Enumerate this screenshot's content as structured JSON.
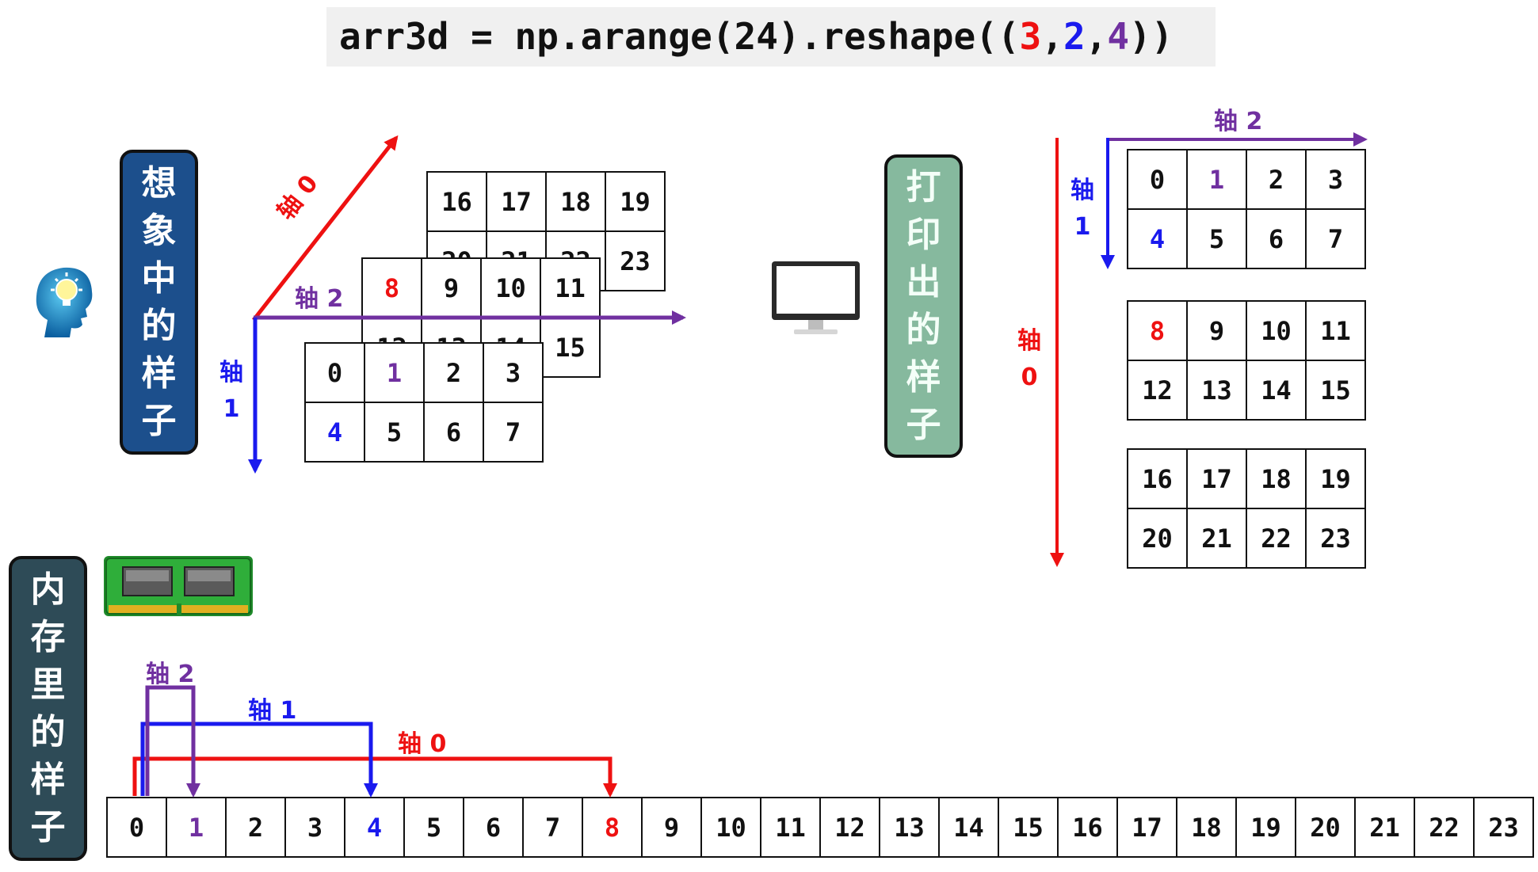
{
  "code_line": {
    "prefix": "arr3d = np.arange(24).reshape((",
    "d0": "3",
    "sep1": ",",
    "d1": "2",
    "sep2": ",",
    "d2": "4",
    "suffix": "))"
  },
  "labels": {
    "imagined": [
      "想",
      "象",
      "中",
      "的",
      "样",
      "子"
    ],
    "printed": [
      "打",
      "印",
      "出",
      "的",
      "样",
      "子"
    ],
    "memory": [
      "内",
      "存",
      "里",
      "的",
      "样",
      "子"
    ]
  },
  "axis": {
    "word": "轴",
    "n0": "0",
    "n1": "1",
    "n2": "2"
  },
  "imagined_planes": [
    [
      [
        "16",
        "17",
        "18",
        "19"
      ],
      [
        "20",
        "21",
        "22",
        "23"
      ]
    ],
    [
      [
        "8",
        "9",
        "10",
        "11"
      ],
      [
        "12",
        "13",
        "14",
        "15"
      ]
    ],
    [
      [
        "0",
        "1",
        "2",
        "3"
      ],
      [
        "4",
        "5",
        "6",
        "7"
      ]
    ]
  ],
  "printed_blocks": [
    [
      [
        "0",
        "1",
        "2",
        "3"
      ],
      [
        "4",
        "5",
        "6",
        "7"
      ]
    ],
    [
      [
        "8",
        "9",
        "10",
        "11"
      ],
      [
        "12",
        "13",
        "14",
        "15"
      ]
    ],
    [
      [
        "16",
        "17",
        "18",
        "19"
      ],
      [
        "20",
        "21",
        "22",
        "23"
      ]
    ]
  ],
  "memory_row": [
    "0",
    "1",
    "2",
    "3",
    "4",
    "5",
    "6",
    "7",
    "8",
    "9",
    "10",
    "11",
    "12",
    "13",
    "14",
    "15",
    "16",
    "17",
    "18",
    "19",
    "20",
    "21",
    "22",
    "23"
  ],
  "icons": [
    "head-lightbulb-icon",
    "monitor-icon",
    "ram-chip-icon"
  ],
  "colors": {
    "axis0": "#ee1111",
    "axis1": "#1a1aee",
    "axis2": "#7030a0",
    "imagined_label_bg": "#1c4f8c",
    "printed_label_bg": "#86b99e",
    "memory_label_bg": "#2e4b57"
  }
}
